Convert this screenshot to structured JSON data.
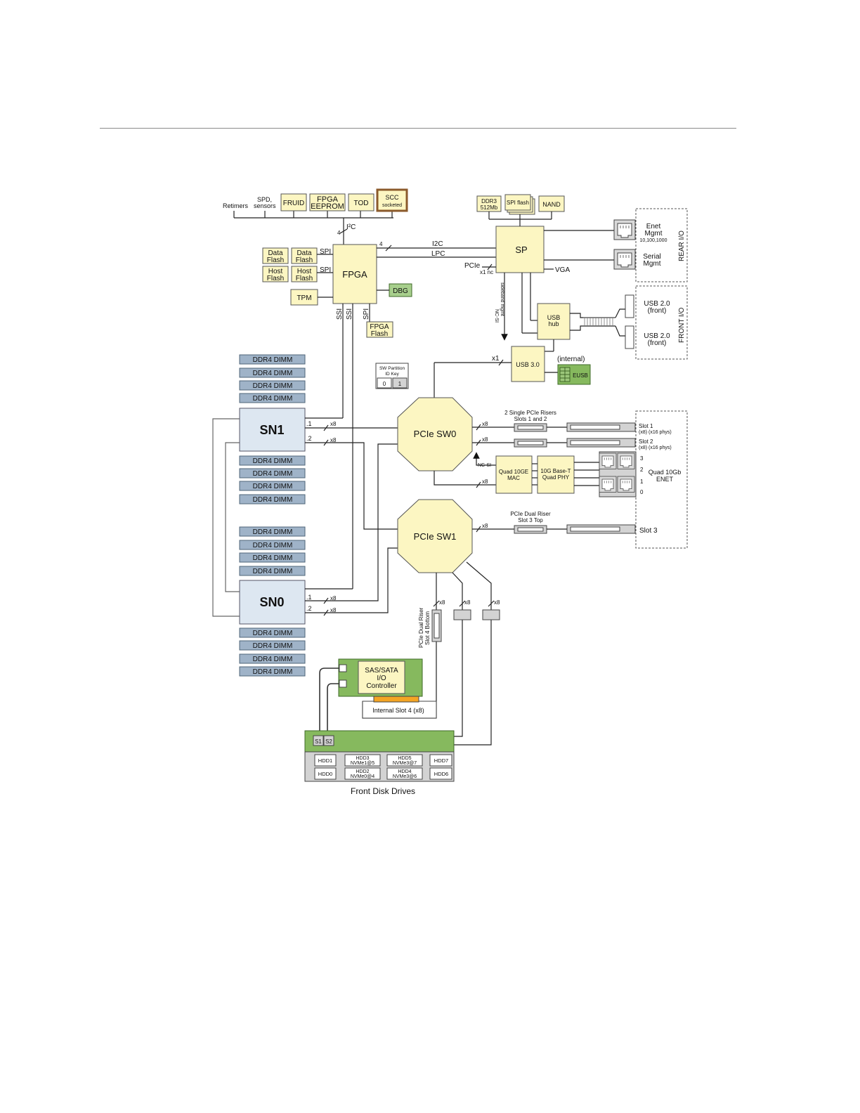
{
  "labels": {
    "retimers": "Retimers",
    "spd_1": "SPD,",
    "spd_2": "sensors",
    "fruid": "FRUID",
    "fpga_eeprom_1": "FPGA",
    "fpga_eeprom_2": "EEPROM",
    "tod": "TOD",
    "scc_1": "SCC",
    "scc_2": "socketed",
    "i2c_bus": "I²C",
    "bus_4a": "4",
    "bus_4b": "4",
    "data_flash_a_1": "Data",
    "data_flash_a_2": "Flash",
    "data_flash_b_1": "Data",
    "data_flash_b_2": "Flash",
    "host_flash_a_1": "Host",
    "host_flash_a_2": "Flash",
    "host_flash_b_1": "Host",
    "host_flash_b_2": "Flash",
    "spi_1": "SPI",
    "spi_2": "SPI",
    "fpga": "FPGA",
    "dbg": "DBG",
    "tpm": "TPM",
    "ssi_1": "SSI",
    "ssi_2": "SSI",
    "spi_3": "SPI",
    "fpga_flash_1": "FPGA",
    "fpga_flash_2": "Flash",
    "ddr3_1": "DDR3",
    "ddr3_2": "512Mb",
    "spi_flash": "SPI flash",
    "nand": "NAND",
    "sp": "SP",
    "i2c": "I2C",
    "lpc": "LPC",
    "pcie": "PCIe",
    "x1_nc": "x1 nc",
    "vga": "VGA",
    "ncsi_1": "NC-SI",
    "ncsi_2": "sideband mgmt",
    "enet_1": "Enet",
    "enet_2": "Mgmt",
    "enet_3": "10,100,1000",
    "serial_1": "Serial",
    "serial_2": "Mgmt",
    "rear_io": "REAR I/O",
    "usb_hub_1": "USB",
    "usb_hub_2": "hub",
    "usb2a_1": "USB 2.0",
    "usb2a_2": "(front)",
    "usb2b_1": "USB 2.0",
    "usb2b_2": "(front)",
    "front_io": "FRONT I/O",
    "usb3": "USB 3.0",
    "x1": "x1",
    "internal": "(internal)",
    "eusb": "EUSB",
    "sw_part_1": "SW Partition",
    "sw_part_2": "ID Key",
    "sw_key_0": "0",
    "sw_key_1": "1",
    "dimm": "DDR4 DIMM",
    "sn1": "SN1",
    "sn0": "SN0",
    "port_1a": ".1",
    "port_2a": ".2",
    "port_1b": ".1",
    "port_2b": ".2",
    "x8": "x8",
    "pcie_sw0": "PCIe SW0",
    "pcie_sw1": "PCIe SW1",
    "risers_1": "2 Single PCIe Risers",
    "risers_2": "Slots 1 and 2",
    "slot1_1": "Slot 1",
    "slot1_2": "(x8) (x16 phys)",
    "slot2_1": "Slot 2",
    "slot2_2": "(x8) (x16 phys)",
    "ncsi_b": "NC-SI",
    "quad_mac_1": "Quad 10GE",
    "quad_mac_2": "MAC",
    "phy_1": "10G Base-T",
    "phy_2": "Quad PHY",
    "port_3": "3",
    "port_2": "2",
    "port_1": "1",
    "port_0": "0",
    "quad_enet_1": "Quad 10Gb",
    "quad_enet_2": "ENET",
    "dual_top_1": "PCIe Dual Riser",
    "dual_top_2": "Slot 3 Top",
    "slot3": "Slot 3",
    "dual_bottom_1": "PCIe Dual Riser",
    "dual_bottom_2": "Slot 4 Bottom",
    "sas_1": "SAS/SATA",
    "sas_2": "I/O",
    "sas_3": "Controller",
    "int_slot4": "Internal Slot 4 (x8)",
    "s1": "S1",
    "s2": "S2",
    "hdd1": "HDD1",
    "hdd0": "HDD0",
    "hdd3_1": "HDD3",
    "hdd3_2": "NVMe1@5",
    "hdd2_1": "HDD2",
    "hdd2_2": "NVMe0@4",
    "hdd5_1": "HDD5",
    "hdd5_2": "NVMe3@7",
    "hdd4_1": "HDD4",
    "hdd4_2": "NVMe3@6",
    "hdd7": "HDD7",
    "hdd6": "HDD6",
    "front_disks": "Front Disk Drives"
  },
  "colors": {
    "component_fill": "#fcf6c2",
    "node_fill": "#dde7f1",
    "dimm_fill": "#9fb3c8",
    "green_board": "#86b95e",
    "scc_border": "#8b5a2b"
  },
  "icons": {
    "rj45": "ethernet-port-icon",
    "usb": "usb-port-icon",
    "arrow": "arrow-icon"
  }
}
